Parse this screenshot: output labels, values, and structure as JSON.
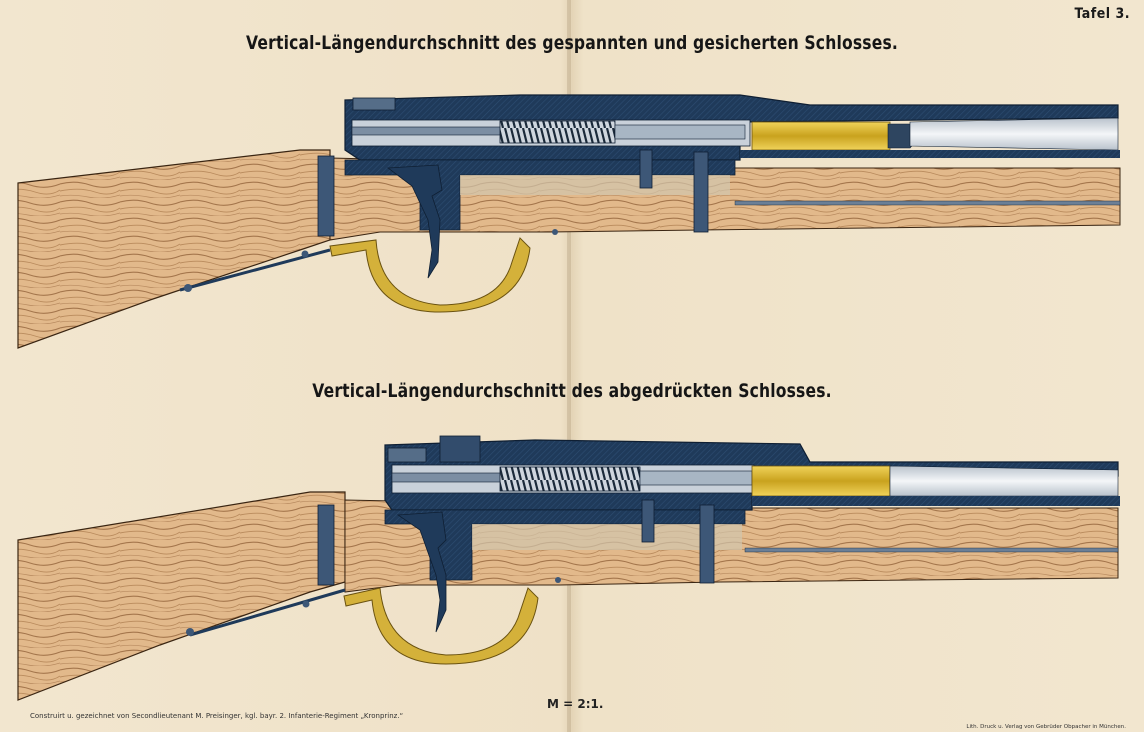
{
  "plate": {
    "label": "Tafel 3.",
    "title_top": "Vertical-Längendurchschnitt des gespannten und gesicherten Schlosses.",
    "title_bottom": "Vertical-Längendurchschnitt des abgedrückten Schlosses.",
    "scale": "M = 2:1.",
    "credit": "Construirt u. gezeichnet von Secondlieutenant M. Preisinger, kgl. bayr. 2. Infanterie-Regiment „Kronprinz.“",
    "imprint": "Lith. Druck u. Verlag von Gebrüder Obpacher in München."
  },
  "colors": {
    "paper": "#f0e4cd",
    "wood": "#dfb588",
    "wood_grain": "#8b5a32",
    "steel": "#1f3a5a",
    "steel_light": "#5d7895",
    "brass": "#d4b13a",
    "cartridge": "#c9a21e",
    "bullet": "#2e4560",
    "bore": "#e9ecef"
  }
}
